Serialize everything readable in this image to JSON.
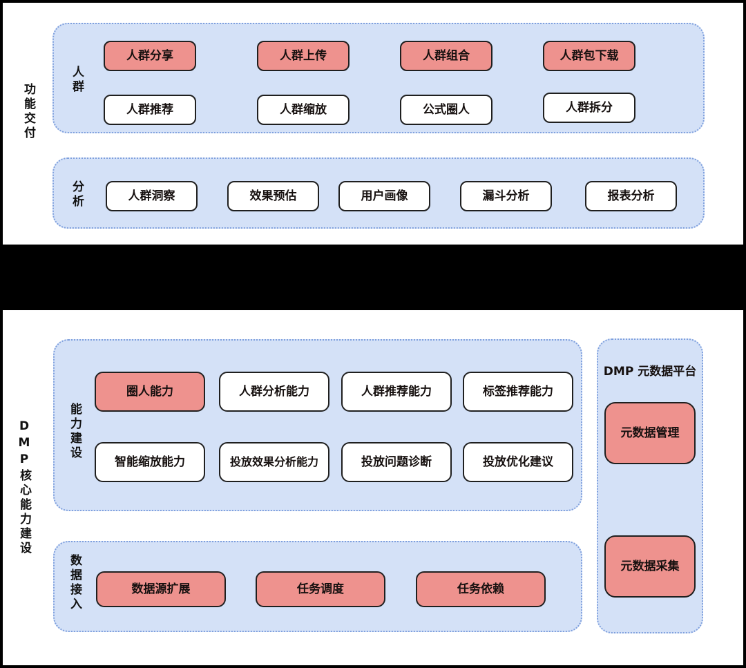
{
  "colors": {
    "highlight_fill": "#ee928e",
    "container_fill": "#d4e1f7",
    "container_border": "#7e9fdd",
    "box_border": "#1f1f1f",
    "panel_bg": "#ffffff",
    "divider": "#000000"
  },
  "top_panel": {
    "side_label": "功能交付",
    "crowd_group": {
      "label": "人群",
      "row1": [
        {
          "text": "人群分享",
          "highlight": true
        },
        {
          "text": "人群上传",
          "highlight": true
        },
        {
          "text": "人群组合",
          "highlight": true
        },
        {
          "text": "人群包下载",
          "highlight": true
        }
      ],
      "row2": [
        {
          "text": "人群推荐",
          "highlight": false
        },
        {
          "text": "人群缩放",
          "highlight": false
        },
        {
          "text": "公式圈人",
          "highlight": false
        },
        {
          "text": "人群拆分",
          "highlight": false
        }
      ]
    },
    "analysis_group": {
      "label": "分析",
      "row1": [
        {
          "text": "人群洞察",
          "highlight": false
        },
        {
          "text": "效果预估",
          "highlight": false
        },
        {
          "text": "用户画像",
          "highlight": false
        },
        {
          "text": "漏斗分析",
          "highlight": false
        },
        {
          "text": "报表分析",
          "highlight": false
        }
      ]
    }
  },
  "bottom_panel": {
    "side_label": "DMP核心能力建设",
    "capability_group": {
      "label": "能力建设",
      "row1": [
        {
          "text": "圈人能力",
          "highlight": true
        },
        {
          "text": "人群分析能力",
          "highlight": false
        },
        {
          "text": "人群推荐能力",
          "highlight": false
        },
        {
          "text": "标签推荐能力",
          "highlight": false
        }
      ],
      "row2": [
        {
          "text": "智能缩放能力",
          "highlight": false
        },
        {
          "text": "投放效果分析能力",
          "highlight": false
        },
        {
          "text": "投放问题诊断",
          "highlight": false
        },
        {
          "text": "投放优化建议",
          "highlight": false
        }
      ]
    },
    "data_access_group": {
      "label": "数据接入",
      "row1": [
        {
          "text": "数据源扩展",
          "highlight": true
        },
        {
          "text": "任务调度",
          "highlight": true
        },
        {
          "text": "任务依赖",
          "highlight": true
        }
      ]
    },
    "meta_platform": {
      "title": "DMP 元数据平台",
      "items": [
        {
          "text": "元数据管理",
          "highlight": true
        },
        {
          "text": "元数据采集",
          "highlight": true
        }
      ]
    }
  }
}
